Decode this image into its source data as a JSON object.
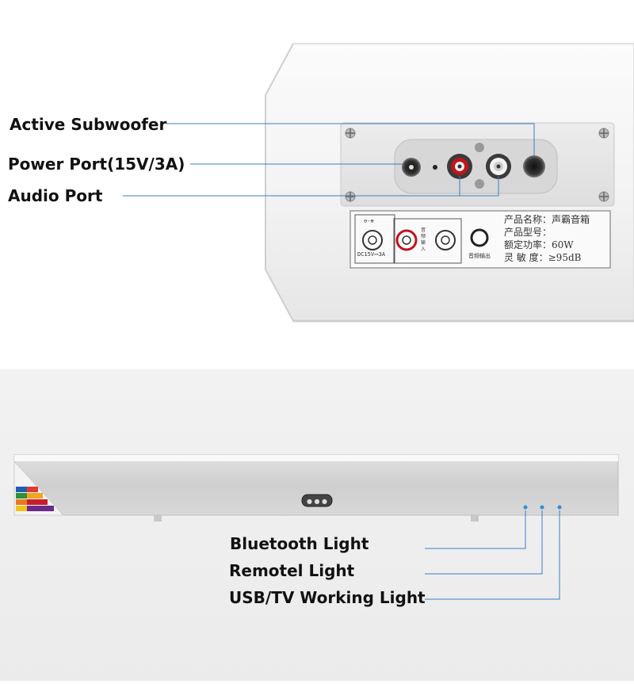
{
  "top_callouts": {
    "subwoofer": "Active Subwoofer",
    "power_port": "Power Port(15V/3A)",
    "audio_port": "Audio Port"
  },
  "nameplate": {
    "line1": "产品名称：声霸音箱",
    "line2": "产品型号：",
    "line3": "额定功率：60W",
    "line4": "灵 敏 度：≥95dB",
    "dc_label": "DC15V⎓3A",
    "audio_in": "音频输入",
    "audio_out": "音频输出"
  },
  "bottom_callouts": {
    "bluetooth": "Bluetooth Light",
    "remote": "Remotel Light",
    "usb_tv": "USB/TV Working Light"
  },
  "colors": {
    "callout_line": "#3a7fc4",
    "rca_red": "#c0141c",
    "speaker_white": "#f7f7f7",
    "status_dot": "#2e8fd6"
  }
}
